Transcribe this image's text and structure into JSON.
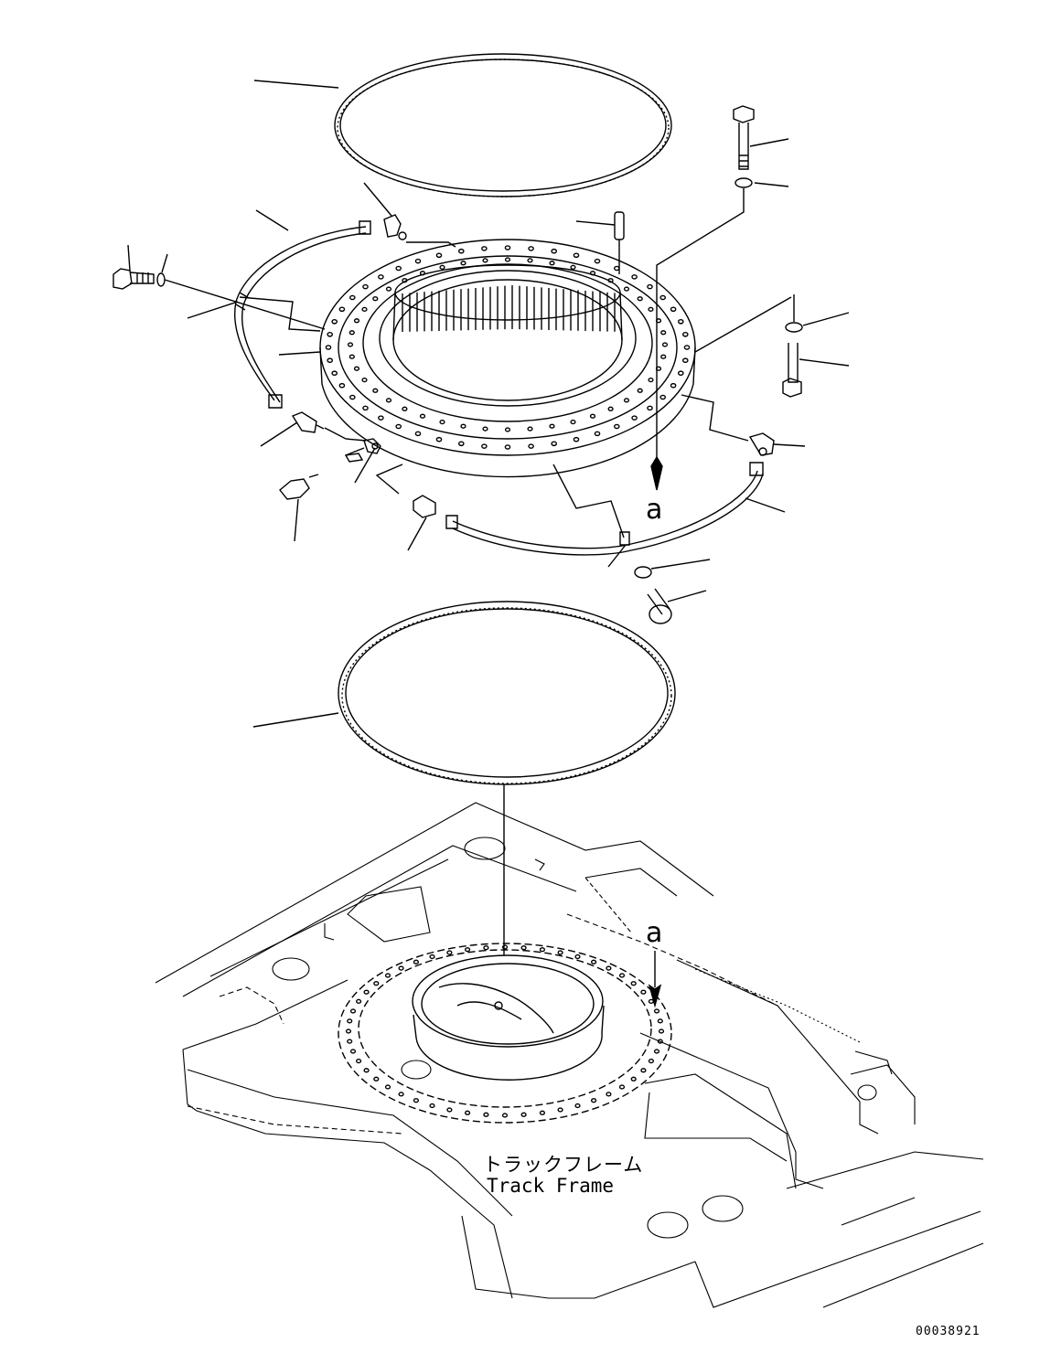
{
  "labels": {
    "track_frame_jp": "トラックフレーム",
    "track_frame_en": "Track Frame",
    "reference_a_top": "a",
    "reference_a_bottom": "a",
    "document_number": "00038921"
  },
  "icons": [
    "seal-ring",
    "swing-circle",
    "grease-hose",
    "elbow-fitting",
    "grease-nipple",
    "bolt",
    "washer",
    "dowel-pin",
    "track-frame"
  ],
  "colors": {
    "line": "#000000",
    "background": "#ffffff"
  }
}
